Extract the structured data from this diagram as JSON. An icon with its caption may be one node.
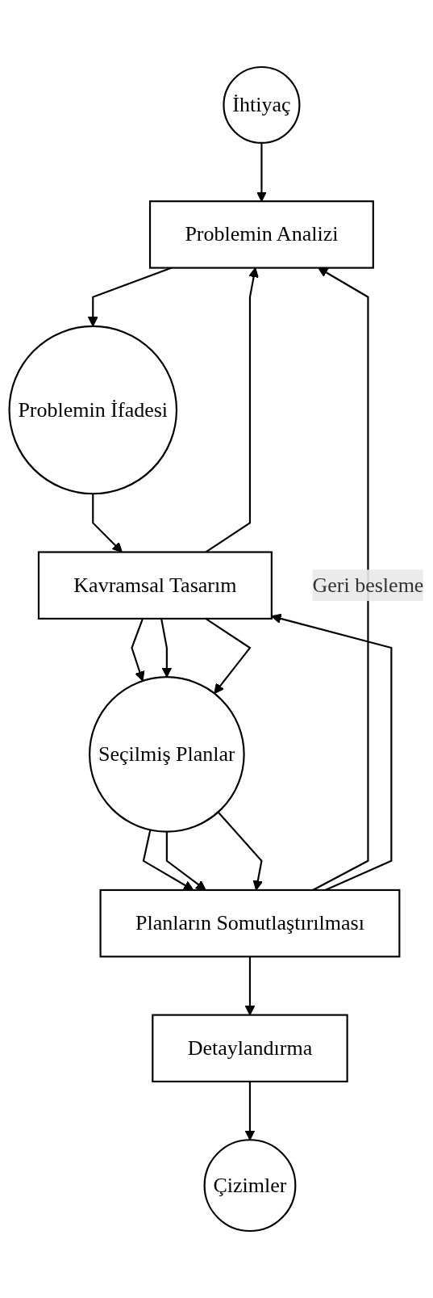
{
  "diagram": {
    "nodes": [
      {
        "text": [
          "İhtiyaç"
        ]
      },
      {
        "text": [
          "Problemin Analizi"
        ]
      },
      {
        "text": [
          "Problemin İfadesi"
        ]
      },
      {
        "text": [
          "Kavramsal Tasarım"
        ]
      },
      {
        "text": [
          "Seçilmiş Planlar"
        ]
      },
      {
        "text": [
          "Planların Somutlaştırılması"
        ]
      },
      {
        "text": [
          "Detaylandırma"
        ]
      },
      {
        "text": [
          "Çizimler"
        ]
      }
    ],
    "edges": [
      {
        "from": 0,
        "to": 1,
        "arrow": "to"
      },
      {
        "from": 1,
        "to": 2,
        "arrow": "to"
      },
      {
        "from": 2,
        "to": 3,
        "arrow": "to"
      },
      {
        "from": 3,
        "to": 4,
        "arrow": "to"
      },
      {
        "from": 3,
        "to": 4,
        "arrow": "to"
      },
      {
        "from": 3,
        "to": 4,
        "arrow": "to"
      },
      {
        "from": 4,
        "to": 5,
        "arrow": "to"
      },
      {
        "from": 4,
        "to": 5,
        "arrow": "to"
      },
      {
        "from": 4,
        "to": 5,
        "arrow": "to"
      },
      {
        "from": 5,
        "to": 6,
        "arrow": "to"
      },
      {
        "from": 6,
        "to": 7,
        "arrow": "to"
      },
      {
        "from": 5,
        "to": 1,
        "arrow": "to",
        "label": "Geri besleme"
      },
      {
        "from": 5,
        "to": 3,
        "arrow": "to"
      },
      {
        "from": 3,
        "to": 1,
        "arrow": "to"
      }
    ]
  }
}
